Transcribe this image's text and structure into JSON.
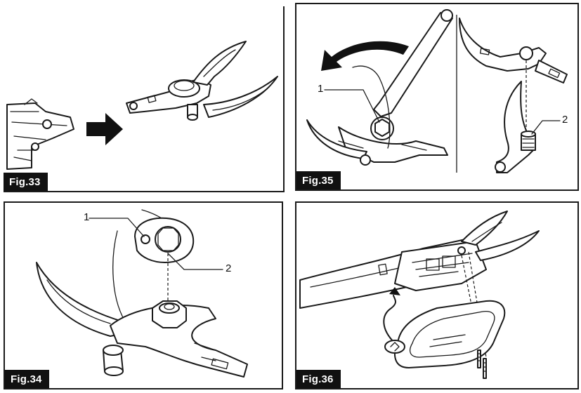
{
  "figures": [
    {
      "id": "fig33",
      "label": "Fig.33",
      "callouts": []
    },
    {
      "id": "fig35",
      "label": "Fig.35",
      "callouts": [
        "1",
        "2"
      ]
    },
    {
      "id": "fig34",
      "label": "Fig.34",
      "callouts": [
        "1",
        "2"
      ]
    },
    {
      "id": "fig36",
      "label": "Fig.36",
      "callouts": []
    }
  ]
}
